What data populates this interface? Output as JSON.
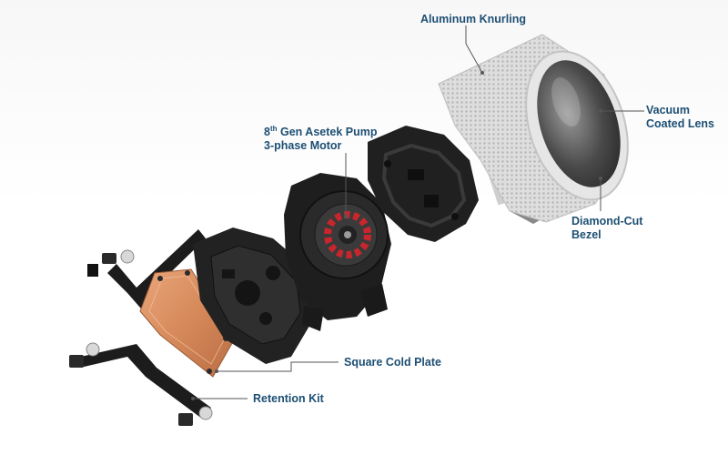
{
  "callouts": {
    "aluminum_knurling": "Aluminum Knurling",
    "pump_line1_pre": "8",
    "pump_line1_sup": "th",
    "pump_line1_post": " Gen Asetek Pump",
    "pump_line2": "3-phase Motor",
    "vacuum_line1": "Vacuum",
    "vacuum_line2": "Coated Lens",
    "bezel_line1": "Diamond-Cut",
    "bezel_line2": "Bezel",
    "cold_plate": "Square Cold Plate",
    "retention_kit": "Retention Kit"
  },
  "colors": {
    "label": "#1d4f73",
    "leader": "#555555",
    "copper": "#d6895a",
    "plastic": "#1f1f1f",
    "aluminum": "#d9d9d9",
    "motor_red": "#c8262c"
  }
}
